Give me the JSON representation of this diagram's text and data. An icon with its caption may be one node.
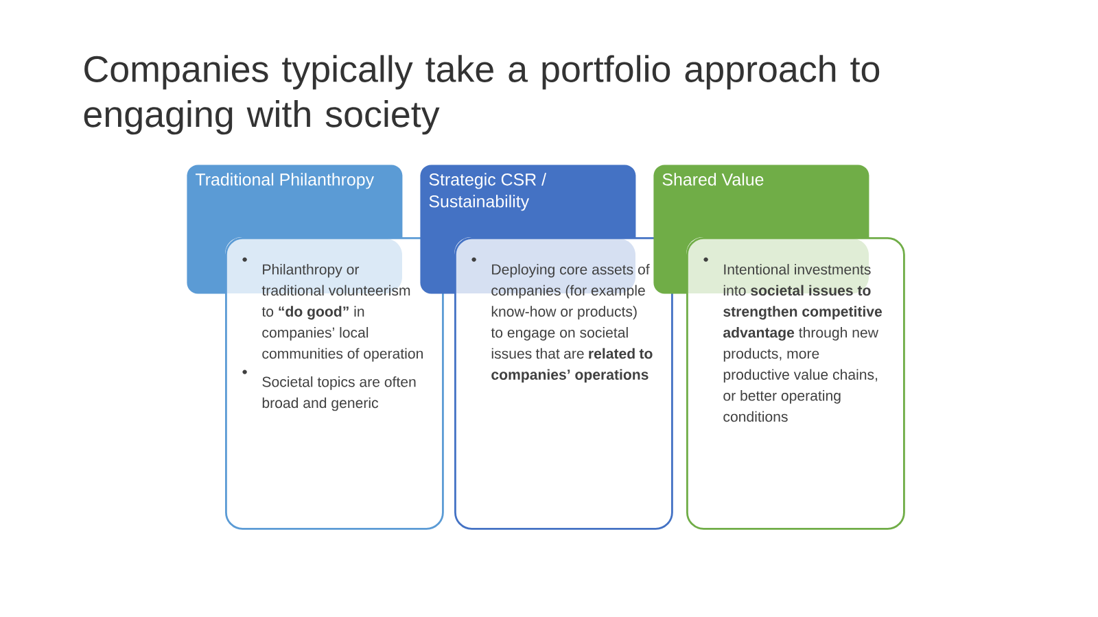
{
  "diagram": {
    "title": "Companies typically take a portfolio approach to engaging with society",
    "nodes": [
      {
        "text": [
          "Traditional Philanthropy"
        ]
      },
      {
        "text": [
          "Philanthropy or traditional volunteerism to **“do good”** in companies’ local communities of operation",
          "Societal topics are often broad and generic"
        ]
      },
      {
        "text": [
          "Strategic CSR / Sustainability"
        ]
      },
      {
        "text": [
          "Deploying core assets of companies (for example know-how or products) to engage on societal issues that are **related to companies’ operations**"
        ]
      },
      {
        "text": [
          "Shared Value"
        ]
      },
      {
        "text": [
          "Intentional investments into **societal issues to strengthen competitive advantage** through new products, more productive value chains, or better operating conditions"
        ]
      }
    ],
    "edges": []
  }
}
